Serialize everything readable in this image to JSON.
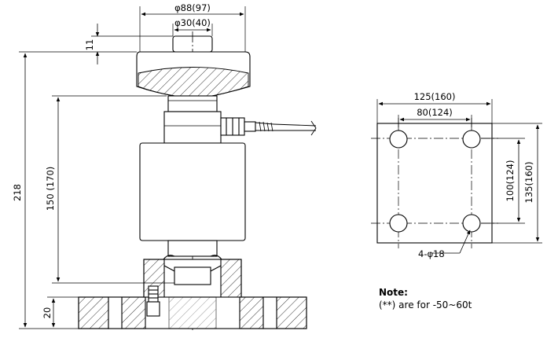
{
  "drawing": {
    "dimensions": {
      "dia_top_outer": "φ88(97)",
      "dia_top_inner": "φ30(40)",
      "cap_height": "11",
      "total_height": "218",
      "body_height": "150 (170)",
      "base_height": "20",
      "plate_width": "125(160)",
      "hole_spacing_x": "80(124)",
      "hole_spacing_y": "100(124)",
      "plate_height": "135(160)",
      "holes": "4-φ18"
    },
    "note": {
      "title": "Note:",
      "text": "(**) are for  -50~60t"
    }
  }
}
